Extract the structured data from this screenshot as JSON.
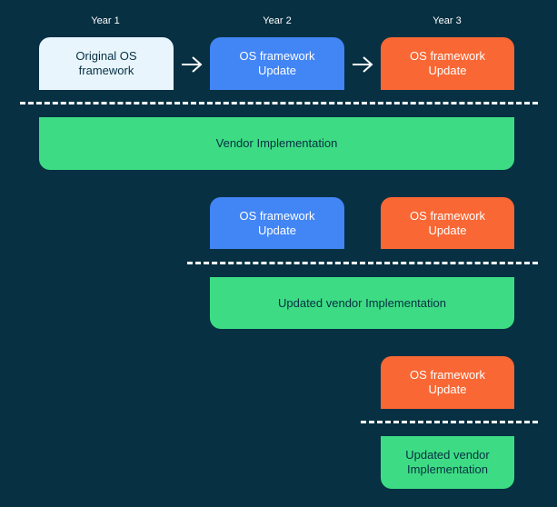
{
  "years": [
    "Year 1",
    "Year 2",
    "Year 3"
  ],
  "row1": {
    "original": "Original OS\nframework",
    "update_y2": "OS framework\nUpdate",
    "update_y3": "OS framework\nUpdate",
    "vendor": "Vendor Implementation"
  },
  "row2": {
    "update_y2": "OS framework\nUpdate",
    "update_y3": "OS framework\nUpdate",
    "vendor": "Updated vendor Implementation"
  },
  "row3": {
    "update_y3": "OS framework\nUpdate",
    "vendor": "Updated vendor\nImplementation"
  },
  "colors": {
    "background": "#073042",
    "original": "#e8f5fd",
    "blue": "#4285f4",
    "orange": "#f86734",
    "green": "#3ddc84"
  }
}
